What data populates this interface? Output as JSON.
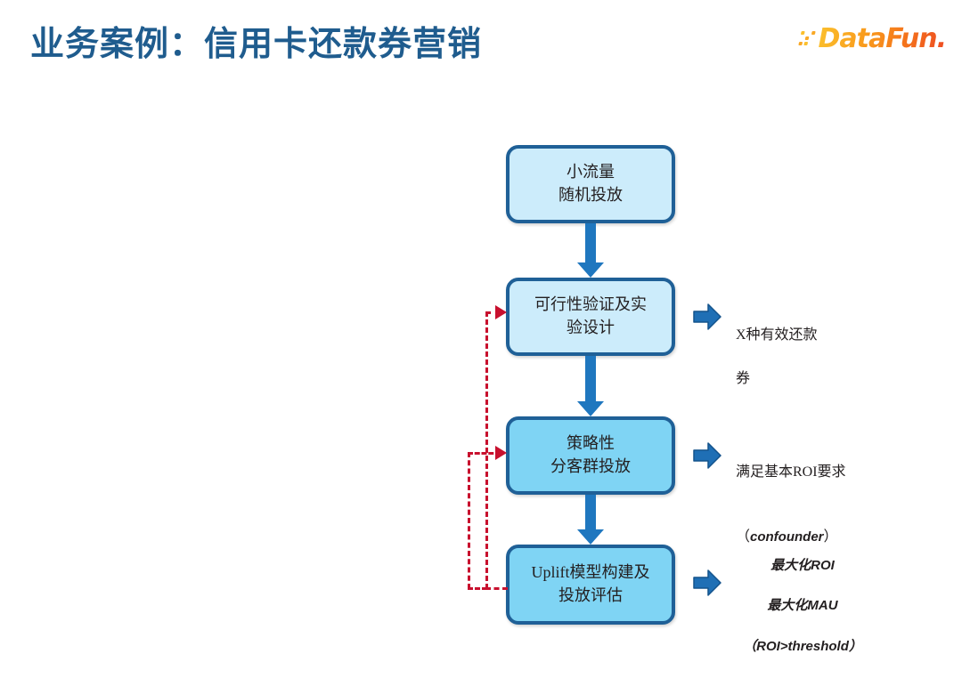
{
  "header": {
    "title": "业务案例：信用卡还款券营销",
    "title_color": "#1F5C8E",
    "logo_text": "DataFun.",
    "logo_accent": "#F4731C"
  },
  "flow": {
    "boxes": [
      {
        "id": "box-small-traffic",
        "text": "小流量\n随机投放",
        "fill": "#CCECFB",
        "border": "#1F6097"
      },
      {
        "id": "box-feasibility",
        "text": "可行性验证及实\n验设计",
        "fill": "#CCECFB",
        "border": "#1F6097"
      },
      {
        "id": "box-strategy",
        "text": "策略性\n分客群投放",
        "fill": "#7FD4F4",
        "border": "#1F6097"
      },
      {
        "id": "box-uplift",
        "text": "Uplift模型构建及\n投放评估",
        "fill": "#7FD4F4",
        "border": "#1F6097"
      }
    ],
    "outputs": [
      {
        "id": "output-coupons",
        "line1": "X种有效还款",
        "line2": "券"
      },
      {
        "id": "output-roi",
        "line1": "满足基本ROI要求",
        "line2_prefix": "（",
        "line2_em": "confounder",
        "line2_suffix": "）"
      },
      {
        "id": "output-maximize",
        "line1": "最大化ROI",
        "line2": "最大化MAU",
        "line3": "（ROI>threshold）"
      }
    ],
    "arrow_color": "#1F77BF",
    "feedback_color": "#C8102E"
  }
}
